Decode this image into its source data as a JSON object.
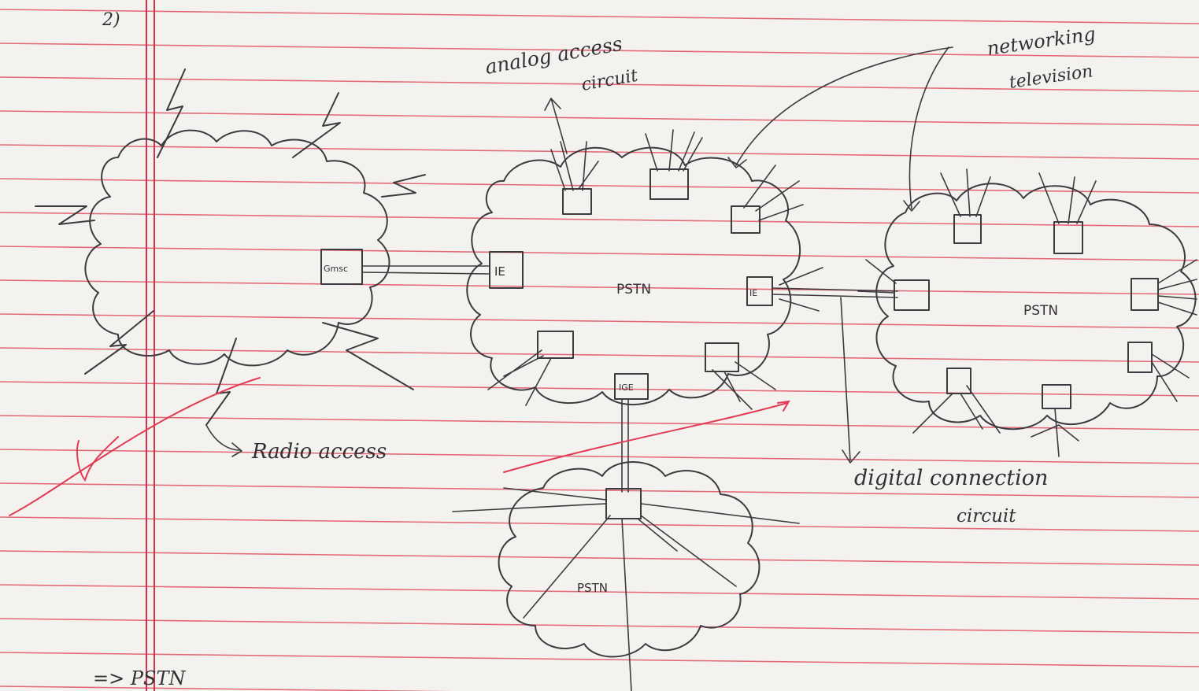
{
  "question_number": "2)",
  "labels": {
    "analog_access_line1": "analog access",
    "analog_access_line2": "circuit",
    "networking_line1": "networking",
    "networking_line2": "television",
    "radio_access": "Radio access",
    "digital_connection_line1": "digital connection",
    "digital_connection_line2": "circuit",
    "bottom_note": "=> PSTN"
  },
  "clouds": {
    "center": "PSTN",
    "right": "PSTN",
    "bottom": "PSTN"
  },
  "boxes": {
    "gmsc": "Gmsc",
    "ie_left": "IE",
    "ie_right": "IE",
    "ige": "IGE"
  },
  "colors": {
    "paper": "#f4f2ef",
    "ink": "#3d3a40",
    "ruled_line": "#e0475a",
    "margin_line": "#d9314b"
  }
}
